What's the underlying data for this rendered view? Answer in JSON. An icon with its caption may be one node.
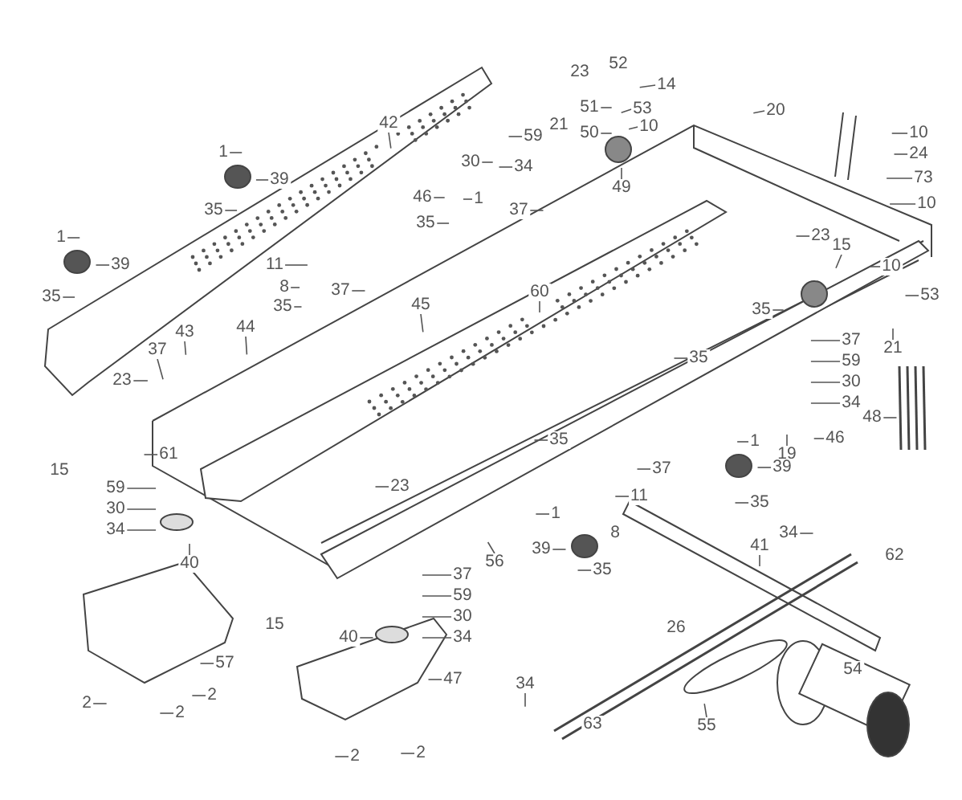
{
  "diagram": {
    "nodes": [
      {
        "text": [
          "42"
        ]
      },
      {
        "text": [
          "1"
        ]
      },
      {
        "text": [
          "39"
        ]
      },
      {
        "text": [
          "35"
        ]
      },
      {
        "text": [
          "1"
        ]
      },
      {
        "text": [
          "39"
        ]
      },
      {
        "text": [
          "35"
        ]
      },
      {
        "text": [
          "46"
        ]
      },
      {
        "text": [
          "1"
        ]
      },
      {
        "text": [
          "30"
        ]
      },
      {
        "text": [
          "59"
        ]
      },
      {
        "text": [
          "34"
        ]
      },
      {
        "text": [
          "37"
        ]
      },
      {
        "text": [
          "35"
        ]
      },
      {
        "text": [
          "11"
        ]
      },
      {
        "text": [
          "8"
        ]
      },
      {
        "text": [
          "37"
        ]
      },
      {
        "text": [
          "35"
        ]
      },
      {
        "text": [
          "45"
        ]
      },
      {
        "text": [
          "43"
        ]
      },
      {
        "text": [
          "44"
        ]
      },
      {
        "text": [
          "37"
        ]
      },
      {
        "text": [
          "23"
        ]
      },
      {
        "text": [
          "23"
        ]
      },
      {
        "text": [
          "52"
        ]
      },
      {
        "text": [
          "14"
        ]
      },
      {
        "text": [
          "51"
        ]
      },
      {
        "text": [
          "53"
        ]
      },
      {
        "text": [
          "21"
        ]
      },
      {
        "text": [
          "50"
        ]
      },
      {
        "text": [
          "10"
        ]
      },
      {
        "text": [
          "49"
        ]
      },
      {
        "text": [
          "20"
        ]
      },
      {
        "text": [
          "10"
        ]
      },
      {
        "text": [
          "24"
        ]
      },
      {
        "text": [
          "73"
        ]
      },
      {
        "text": [
          "10"
        ]
      },
      {
        "text": [
          "23"
        ]
      },
      {
        "text": [
          "15"
        ]
      },
      {
        "text": [
          "10"
        ]
      },
      {
        "text": [
          "53"
        ]
      },
      {
        "text": [
          "60"
        ]
      },
      {
        "text": [
          "35"
        ]
      },
      {
        "text": [
          "21"
        ]
      },
      {
        "text": [
          "35"
        ]
      },
      {
        "text": [
          "37"
        ]
      },
      {
        "text": [
          "59"
        ]
      },
      {
        "text": [
          "30"
        ]
      },
      {
        "text": [
          "34"
        ]
      },
      {
        "text": [
          "48"
        ]
      },
      {
        "text": [
          "46"
        ]
      },
      {
        "text": [
          "19"
        ]
      },
      {
        "text": [
          "61"
        ]
      },
      {
        "text": [
          "15"
        ]
      },
      {
        "text": [
          "59"
        ]
      },
      {
        "text": [
          "30"
        ]
      },
      {
        "text": [
          "34"
        ]
      },
      {
        "text": [
          "40"
        ]
      },
      {
        "text": [
          "23"
        ]
      },
      {
        "text": [
          "37"
        ]
      },
      {
        "text": [
          "59"
        ]
      },
      {
        "text": [
          "30"
        ]
      },
      {
        "text": [
          "34"
        ]
      },
      {
        "text": [
          "15"
        ]
      },
      {
        "text": [
          "40"
        ]
      },
      {
        "text": [
          "57"
        ]
      },
      {
        "text": [
          "47"
        ]
      },
      {
        "text": [
          "2"
        ]
      },
      {
        "text": [
          "2"
        ]
      },
      {
        "text": [
          "2"
        ]
      },
      {
        "text": [
          "2"
        ]
      },
      {
        "text": [
          "2"
        ]
      },
      {
        "text": [
          "56"
        ]
      },
      {
        "text": [
          "35"
        ]
      },
      {
        "text": [
          "1"
        ]
      },
      {
        "text": [
          "37"
        ]
      },
      {
        "text": [
          "39"
        ]
      },
      {
        "text": [
          "11"
        ]
      },
      {
        "text": [
          "35"
        ]
      },
      {
        "text": [
          "1"
        ]
      },
      {
        "text": [
          "8"
        ]
      },
      {
        "text": [
          "39"
        ]
      },
      {
        "text": [
          "35"
        ]
      },
      {
        "text": [
          "34"
        ]
      },
      {
        "text": [
          "62"
        ]
      },
      {
        "text": [
          "41"
        ]
      },
      {
        "text": [
          "26"
        ]
      },
      {
        "text": [
          "34"
        ]
      },
      {
        "text": [
          "54"
        ]
      },
      {
        "text": [
          "55"
        ]
      },
      {
        "text": [
          "63"
        ]
      }
    ],
    "edges": [
      {
        "from": 0,
        "to": null,
        "arrow": "none"
      },
      {
        "from": 1,
        "to": null,
        "arrow": "none"
      },
      {
        "from": 2,
        "to": null,
        "arrow": "none"
      },
      {
        "from": 3,
        "to": null,
        "arrow": "none"
      },
      {
        "from": 4,
        "to": null,
        "arrow": "none"
      },
      {
        "from": 5,
        "to": null,
        "arrow": "none"
      },
      {
        "from": 6,
        "to": null,
        "arrow": "none"
      },
      {
        "from": 7,
        "to": null,
        "arrow": "none"
      },
      {
        "from": 8,
        "to": null,
        "arrow": "none"
      },
      {
        "from": 9,
        "to": null,
        "arrow": "none"
      },
      {
        "from": 10,
        "to": null,
        "arrow": "none"
      },
      {
        "from": 11,
        "to": null,
        "arrow": "none"
      },
      {
        "from": 12,
        "to": null,
        "arrow": "none"
      },
      {
        "from": 13,
        "to": null,
        "arrow": "none"
      },
      {
        "from": 14,
        "to": null,
        "arrow": "none"
      },
      {
        "from": 15,
        "to": null,
        "arrow": "none"
      },
      {
        "from": 16,
        "to": null,
        "arrow": "none"
      },
      {
        "from": 17,
        "to": null,
        "arrow": "none"
      },
      {
        "from": 18,
        "to": null,
        "arrow": "none"
      },
      {
        "from": 19,
        "to": null,
        "arrow": "none"
      },
      {
        "from": 20,
        "to": null,
        "arrow": "none"
      },
      {
        "from": 21,
        "to": null,
        "arrow": "none"
      },
      {
        "from": 22,
        "to": null,
        "arrow": "none"
      },
      {
        "from": 25,
        "to": null,
        "arrow": "none"
      },
      {
        "from": 26,
        "to": null,
        "arrow": "none"
      },
      {
        "from": 27,
        "to": null,
        "arrow": "none"
      },
      {
        "from": 29,
        "to": null,
        "arrow": "none"
      },
      {
        "from": 30,
        "to": null,
        "arrow": "none"
      },
      {
        "from": 31,
        "to": null,
        "arrow": "none"
      },
      {
        "from": 32,
        "to": null,
        "arrow": "none"
      },
      {
        "from": 33,
        "to": null,
        "arrow": "none"
      },
      {
        "from": 34,
        "to": null,
        "arrow": "none"
      },
      {
        "from": 35,
        "to": null,
        "arrow": "none"
      },
      {
        "from": 36,
        "to": null,
        "arrow": "none"
      },
      {
        "from": 37,
        "to": null,
        "arrow": "none"
      },
      {
        "from": 38,
        "to": null,
        "arrow": "none"
      },
      {
        "from": 39,
        "to": null,
        "arrow": "none"
      },
      {
        "from": 40,
        "to": null,
        "arrow": "none"
      },
      {
        "from": 41,
        "to": null,
        "arrow": "none"
      },
      {
        "from": 42,
        "to": null,
        "arrow": "none"
      },
      {
        "from": 43,
        "to": null,
        "arrow": "none"
      },
      {
        "from": 44,
        "to": null,
        "arrow": "none"
      },
      {
        "from": 45,
        "to": null,
        "arrow": "none"
      },
      {
        "from": 46,
        "to": null,
        "arrow": "none"
      },
      {
        "from": 47,
        "to": null,
        "arrow": "none"
      },
      {
        "from": 48,
        "to": null,
        "arrow": "none"
      },
      {
        "from": 49,
        "to": null,
        "arrow": "none"
      },
      {
        "from": 50,
        "to": null,
        "arrow": "none"
      },
      {
        "from": 51,
        "to": null,
        "arrow": "none"
      },
      {
        "from": 52,
        "to": null,
        "arrow": "none"
      },
      {
        "from": 54,
        "to": null,
        "arrow": "none"
      },
      {
        "from": 55,
        "to": null,
        "arrow": "none"
      },
      {
        "from": 56,
        "to": null,
        "arrow": "none"
      },
      {
        "from": 57,
        "to": null,
        "arrow": "none"
      },
      {
        "from": 58,
        "to": null,
        "arrow": "none"
      },
      {
        "from": 59,
        "to": null,
        "arrow": "none"
      },
      {
        "from": 60,
        "to": null,
        "arrow": "none"
      },
      {
        "from": 61,
        "to": null,
        "arrow": "none"
      },
      {
        "from": 62,
        "to": null,
        "arrow": "none"
      },
      {
        "from": 64,
        "to": null,
        "arrow": "none"
      },
      {
        "from": 65,
        "to": null,
        "arrow": "none"
      },
      {
        "from": 66,
        "to": null,
        "arrow": "none"
      },
      {
        "from": 67,
        "to": null,
        "arrow": "none"
      },
      {
        "from": 68,
        "to": null,
        "arrow": "none"
      },
      {
        "from": 69,
        "to": null,
        "arrow": "none"
      },
      {
        "from": 70,
        "to": null,
        "arrow": "none"
      },
      {
        "from": 71,
        "to": null,
        "arrow": "none"
      },
      {
        "from": 72,
        "to": null,
        "arrow": "none"
      },
      {
        "from": 73,
        "to": null,
        "arrow": "none"
      },
      {
        "from": 74,
        "to": null,
        "arrow": "none"
      },
      {
        "from": 75,
        "to": null,
        "arrow": "none"
      },
      {
        "from": 76,
        "to": null,
        "arrow": "none"
      },
      {
        "from": 77,
        "to": null,
        "arrow": "none"
      },
      {
        "from": 78,
        "to": null,
        "arrow": "none"
      },
      {
        "from": 79,
        "to": null,
        "arrow": "none"
      },
      {
        "from": 81,
        "to": null,
        "arrow": "none"
      },
      {
        "from": 82,
        "to": null,
        "arrow": "none"
      },
      {
        "from": 83,
        "to": null,
        "arrow": "none"
      },
      {
        "from": 85,
        "to": null,
        "arrow": "none"
      },
      {
        "from": 87,
        "to": null,
        "arrow": "none"
      },
      {
        "from": 89,
        "to": null,
        "arrow": "none"
      }
    ]
  }
}
